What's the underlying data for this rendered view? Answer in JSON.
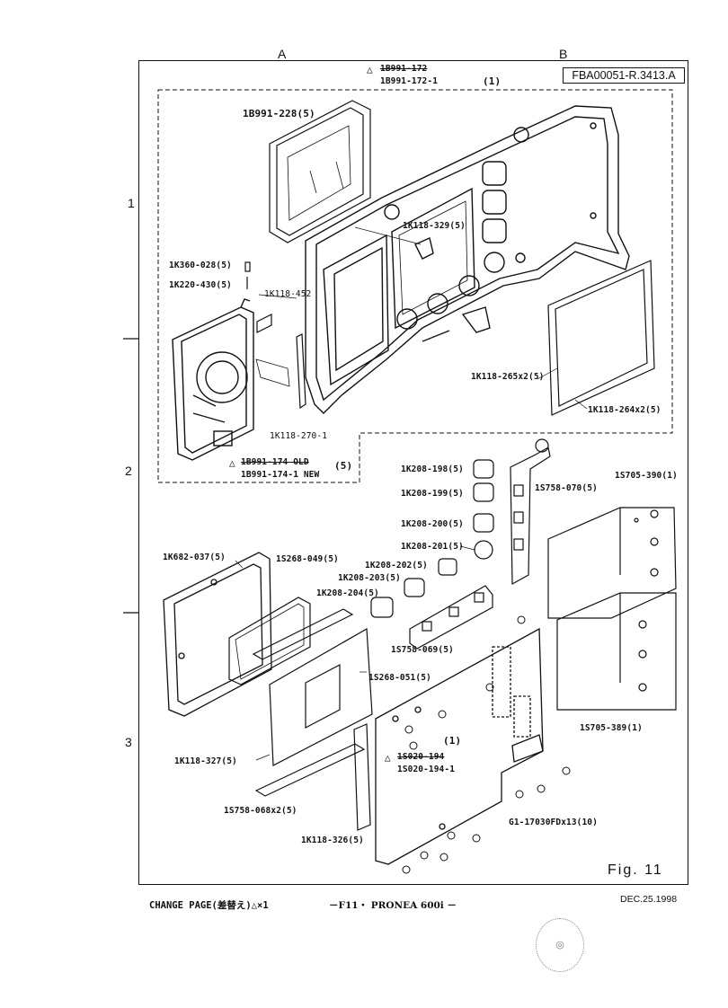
{
  "grid": {
    "col_a": "A",
    "col_b": "B",
    "row_1": "1",
    "row_2": "2",
    "row_3": "3"
  },
  "header": {
    "doc_number": "FBA00051-R.3413.A",
    "old_part_mark": "△",
    "old_part": "1B991-172",
    "new_part": "1B991-172-1",
    "qty": "(1)"
  },
  "labels": {
    "p1": "1B991-228(5)",
    "p2": "1K118-329(5)",
    "p3": "1K360-028(5)",
    "p4": "1K220-430(5)",
    "p5": "1K118-452",
    "p6": "1K118-265x2(5)",
    "p7": "1K118-264x2(5)",
    "p8": "1K118-270-1",
    "p9_mark": "△",
    "p9_old": "1B991-174 OLD",
    "p9_new": "1B991-174-1 NEW",
    "p9_qty": "(5)",
    "p10": "1K208-198(5)",
    "p11": "1K208-199(5)",
    "p12": "1K208-200(5)",
    "p13": "1K208-201(5)",
    "p14": "1K208-202(5)",
    "p15": "1K208-203(5)",
    "p16": "1K208-204(5)",
    "p17": "1S758-070(5)",
    "p18": "1S705-390(1)",
    "p19": "1K682-037(5)",
    "p20": "1S268-049(5)",
    "p21": "1S758-069(5)",
    "p22": "1S268-051(5)",
    "p23": "1S705-389(1)",
    "p24_qty": "(1)",
    "p24_mark": "△",
    "p24_old": "1S020-194",
    "p24_new": "1S020-194-1",
    "p25": "1K118-327(5)",
    "p26": "1S758-068x2(5)",
    "p27": "1K118-326(5)",
    "p28": "G1-17030FDx13(10)"
  },
  "figure": "Fig. 11",
  "footer": {
    "change": "CHANGE PAGE(差替え)△×1",
    "page": "－F11・ PRONEA 600i －",
    "date": "DEC.25.1998"
  }
}
